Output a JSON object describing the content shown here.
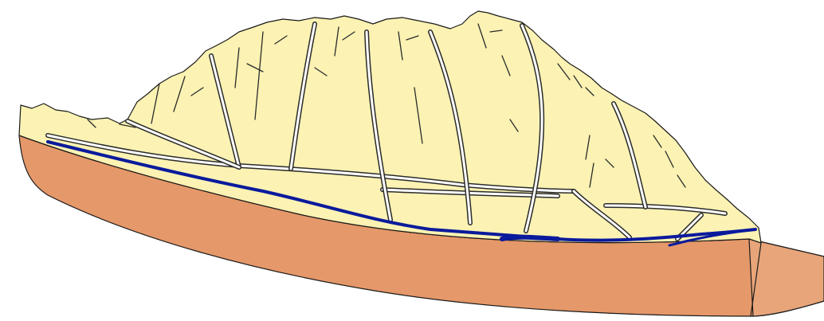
{
  "diagram": {
    "colors": {
      "background": "#ffffff",
      "sediment": "#fbf2b3",
      "bedrock": "#e59869",
      "bedrock_side": "#e8a57a",
      "outline": "#1a1a1a",
      "drainage_channel_fill": "#ffffff",
      "groundwater_flow": "#0a1a9c"
    },
    "elements": [
      "sediment-block",
      "bedrock-layer",
      "drainage-channels",
      "fracture-lines",
      "groundwater-flow-line"
    ]
  }
}
